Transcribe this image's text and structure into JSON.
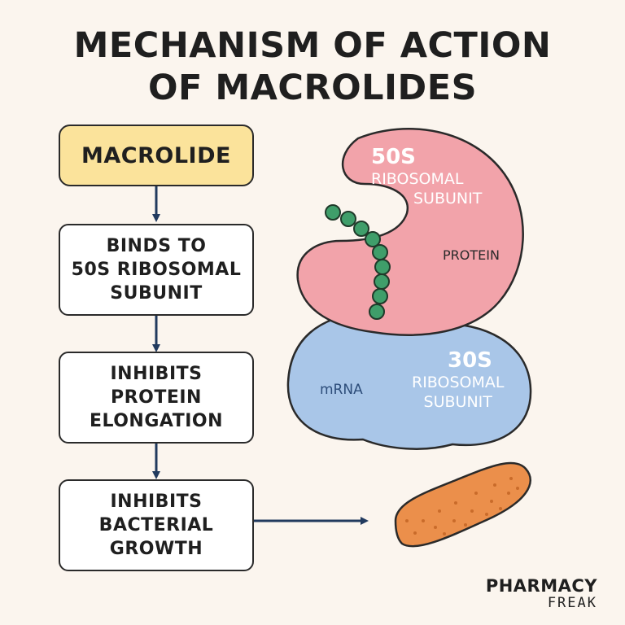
{
  "title": {
    "line1": "MECHANISM OF ACTION",
    "line2": "OF MACROLIDES"
  },
  "flow": {
    "macrolide": "MACROLIDE",
    "step1": [
      "BINDS TO",
      "50S RIBOSOMAL",
      "SUBUNIT"
    ],
    "step2": [
      "INHIBITS",
      "PROTEIN",
      "ELONGATION"
    ],
    "step3": [
      "INHIBITS",
      "BACTERIAL",
      "GROWTH"
    ]
  },
  "ribosome": {
    "large": {
      "name": "50S",
      "line1": "RIBOSOMAL",
      "line2": "SUBUNIT"
    },
    "small": {
      "name": "30S",
      "line1": "RIBOSOMAL",
      "line2": "SUBUNIT"
    },
    "protein_label": "PROTEIN",
    "mrna_label": "mRNA"
  },
  "brand": {
    "line1": "PHARMACY",
    "line2": "FREAK"
  },
  "colors": {
    "background": "#fbf5ee",
    "macrolide_box": "#fbe39b",
    "subunit_50s": "#f2a3aa",
    "subunit_30s": "#a9c6e8",
    "protein_chain": "#3f9e6a",
    "bacterium": "#eb8f4b",
    "arrow": "#213a5e"
  }
}
